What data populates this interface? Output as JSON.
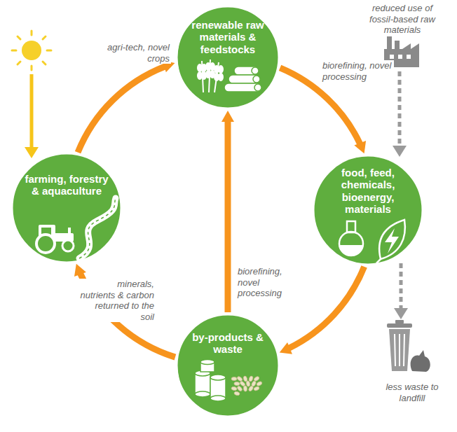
{
  "diagram": {
    "nodes": [
      {
        "text": [
          "renewable raw materials & feedstocks"
        ]
      },
      {
        "text": [
          "farming, forestry & aquaculture"
        ]
      },
      {
        "text": [
          "food, feed, chemicals, bioenergy, materials"
        ]
      },
      {
        "text": [
          "by-products & waste"
        ]
      }
    ],
    "edges": [
      {
        "from": 1,
        "to": 0,
        "arrow": "to",
        "label": "agri-tech, novel crops"
      },
      {
        "from": 0,
        "to": 2,
        "arrow": "to",
        "label": "biorefining, novel processing"
      },
      {
        "from": 2,
        "to": 3,
        "arrow": "to"
      },
      {
        "from": 3,
        "to": 1,
        "arrow": "to",
        "label": "minerals, nutrients & carbon returned to the soil"
      },
      {
        "from": 3,
        "to": 0,
        "arrow": "to",
        "label": "biorefining, novel processing"
      }
    ],
    "labels": [
      "reduced use of fossil-based raw materials",
      "less waste to landfill"
    ]
  }
}
